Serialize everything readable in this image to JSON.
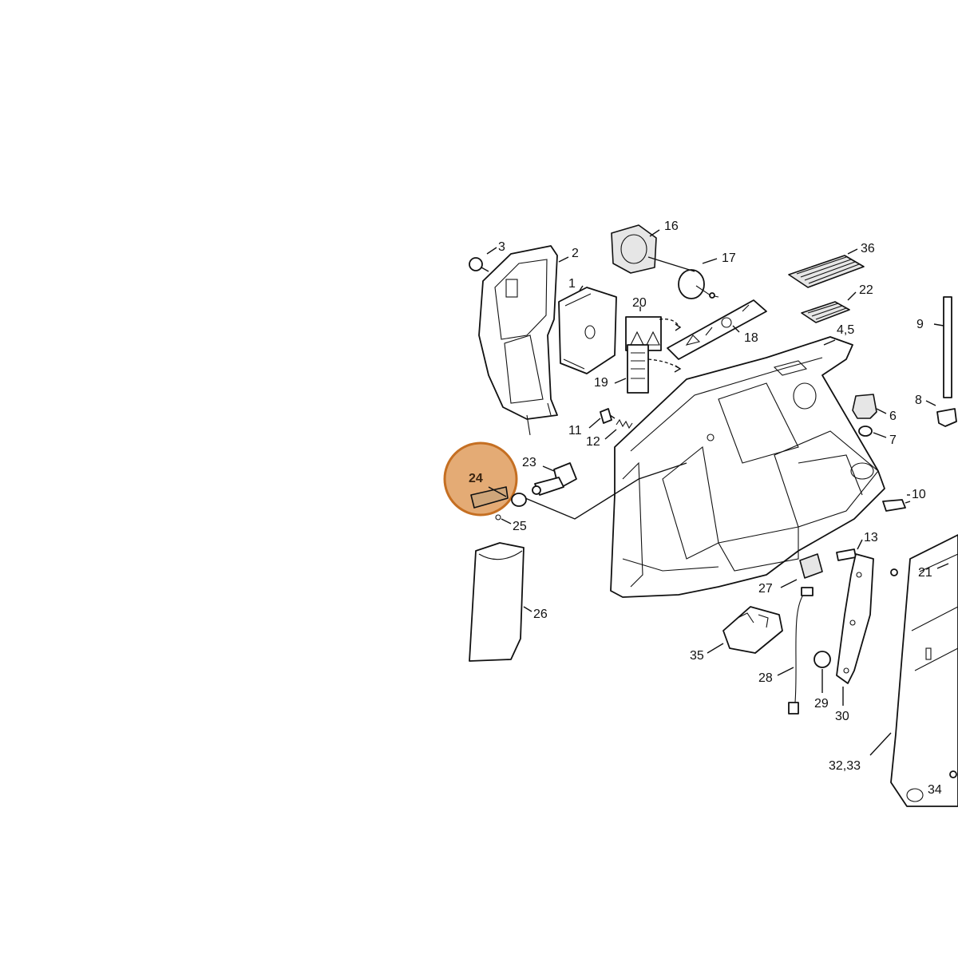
{
  "diagram": {
    "highlight": {
      "label": "24",
      "color": "#d9873a"
    },
    "labels": {
      "p1": "1",
      "p2": "2",
      "p3": "3",
      "p45": "4,5",
      "p6": "6",
      "p7": "7",
      "p8": "8",
      "p9": "9",
      "p10": "10",
      "p11": "11",
      "p12": "12",
      "p13": "13",
      "p16": "16",
      "p17": "17",
      "p18": "18",
      "p19": "19",
      "p20": "20",
      "p21": "21",
      "p22": "22",
      "p23": "23",
      "p24": "24",
      "p25": "25",
      "p26": "26",
      "p27": "27",
      "p28": "28",
      "p29": "29",
      "p30": "30",
      "p3233": "32,33",
      "p34": "34",
      "p35": "35",
      "p36": "36"
    }
  }
}
